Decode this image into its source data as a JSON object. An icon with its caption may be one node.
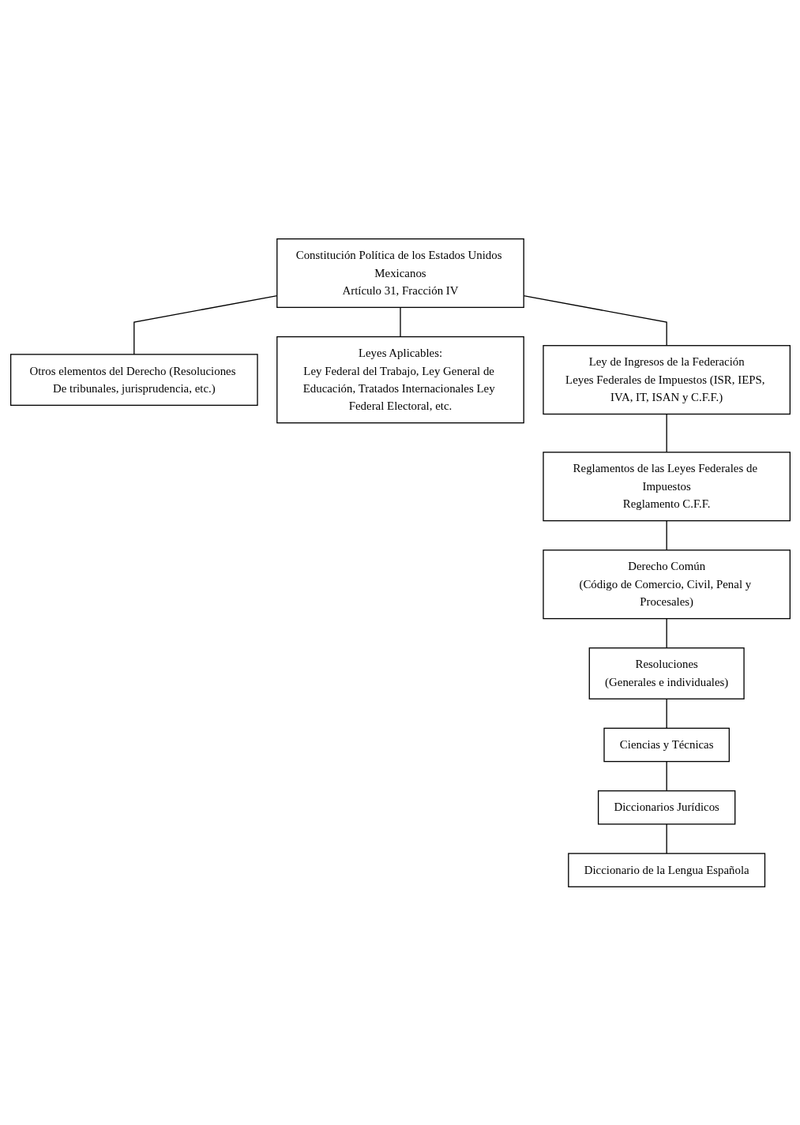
{
  "diagram": {
    "nodes": [
      {
        "text": [
          "Constitución Política de los Estados Unidos Mexicanos",
          "Artículo 31, Fracción IV"
        ]
      },
      {
        "text": [
          "Otros elementos del Derecho (Resoluciones De tribunales, jurisprudencia, etc.)"
        ]
      },
      {
        "text": [
          "Leyes Aplicables:",
          "Ley Federal del Trabajo, Ley General de Educación, Tratados Internacionales Ley Federal Electoral, etc."
        ]
      },
      {
        "text": [
          "Ley de Ingresos de la Federación",
          "Leyes Federales de Impuestos (ISR, IEPS, IVA, IT, ISAN y C.F.F.)"
        ]
      },
      {
        "text": [
          "Reglamentos de las Leyes Federales de Impuestos",
          "Reglamento C.F.F."
        ]
      },
      {
        "text": [
          "Derecho Común",
          "(Código de Comercio, Civil, Penal y Procesales)"
        ]
      },
      {
        "text": [
          "Resoluciones",
          "(Generales e individuales)"
        ]
      },
      {
        "text": [
          "Ciencias y Técnicas"
        ]
      },
      {
        "text": [
          "Diccionarios Jurídicos"
        ]
      },
      {
        "text": [
          "Diccionario de la Lengua Española"
        ]
      }
    ],
    "edges": [
      {
        "from": 0,
        "to": 1,
        "arrow": "none"
      },
      {
        "from": 0,
        "to": 2,
        "arrow": "none"
      },
      {
        "from": 0,
        "to": 3,
        "arrow": "none"
      },
      {
        "from": 3,
        "to": 4,
        "arrow": "none"
      },
      {
        "from": 4,
        "to": 5,
        "arrow": "none"
      },
      {
        "from": 5,
        "to": 6,
        "arrow": "none"
      },
      {
        "from": 6,
        "to": 7,
        "arrow": "none"
      },
      {
        "from": 7,
        "to": 8,
        "arrow": "none"
      },
      {
        "from": 8,
        "to": 9,
        "arrow": "none"
      }
    ]
  }
}
